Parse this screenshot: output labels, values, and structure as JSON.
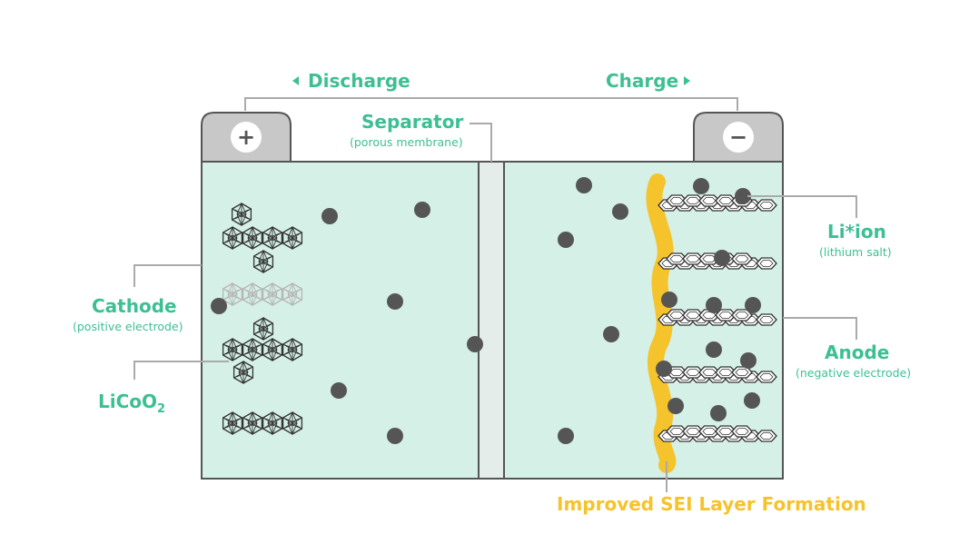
{
  "labels": {
    "discharge": "Discharge",
    "charge": "Charge",
    "separator": "Separator",
    "separator_sub": "(porous membrane)",
    "cathode": "Cathode",
    "cathode_sub": "(positive electrode)",
    "licoo2_main": "LiCoO",
    "licoo2_sub": "2",
    "li_ion": "Li*ion",
    "li_ion_sub": "(lithium salt)",
    "anode": "Anode",
    "anode_sub": "(negative electrode)",
    "sei": "Improved SEI Layer Formation",
    "plus": "+",
    "minus": "−"
  },
  "colors": {
    "accent": "#3dbf93",
    "electrolyte": "#d5f0e6",
    "sei": "#f5c32c",
    "ion": "#555555",
    "outline": "#555555",
    "terminal": "#c8c8c8"
  }
}
